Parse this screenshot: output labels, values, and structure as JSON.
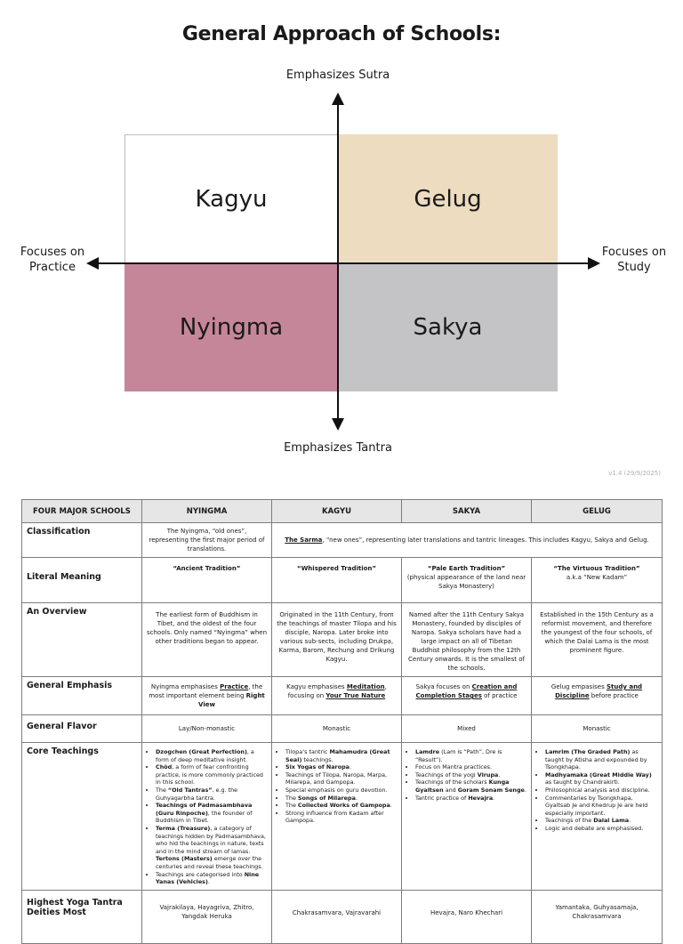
{
  "title": "General Approach of Schools:",
  "chart": {
    "axis_top": "Emphasizes Sutra",
    "axis_bottom": "Emphasizes Tantra",
    "axis_left_1": "Focuses on",
    "axis_left_2": "Practice",
    "axis_right_1": "Focuses on",
    "axis_right_2": "Study",
    "quadrants": {
      "top_left": "Kagyu",
      "top_right": "Gelug",
      "bottom_left": "Nyingma",
      "bottom_right": "Sakya"
    },
    "colors": {
      "gelug": "#eddcc0",
      "nyingma": "#c6869a",
      "sakya": "#c4c4c7",
      "kagyu": "#ffffff"
    }
  },
  "version": "v1.4 (29/9/2025)",
  "table": {
    "headers": [
      "FOUR MAJOR SCHOOLS",
      "NYINGMA",
      "KAGYU",
      "SAKYA",
      "GELUG"
    ],
    "classification": {
      "label": "Classification",
      "nyingma": "The Nyingma, “old ones”, representing the first major period of translations.",
      "sarma_term": "The Sarma",
      "sarma_rest": ", “new ones”, representing later translations and tantric lineages. This includes Kagyu, Sakya and Gelug."
    },
    "literal": {
      "label": "Literal Meaning",
      "nyingma": "“Ancient Tradition”",
      "kagyu": "“Whispered Tradition”",
      "sakya": "“Pale Earth Tradition”",
      "sakya_sub": "(physical appearance of the land near Sakya Monastery)",
      "gelug": "“The Virtuous Tradition”",
      "gelug_sub": "a.k.a “New Kadam”"
    },
    "overview": {
      "label": "An Overview",
      "nyingma": "The earliest form of Buddhism in Tibet, and the oldest of the four schools. Only named “Nyingma” when other traditions began to appear.",
      "kagyu": "Originated in the 11th Century, from the teachings of master Tilopa and his disciple, Naropa. Later broke into various sub-sects, including Drukpa, Karma, Barom, Rechung and Drikung Kagyu.",
      "sakya": "Named after the 11th Century Sakya Monastery, founded by disciples of Naropa. Sakya scholars have had a large impact on all of Tibetan Buddhist philosophy from the 12th Century onwards. It is the smallest of the schools.",
      "gelug": "Established in the 15th Century as a reformist movement, and therefore the youngest of the four schools, of which the Dalai Lama is the most prominent figure."
    },
    "emphasis": {
      "label": "General Emphasis",
      "nyingma_a": "Nyingma emphasises ",
      "nyingma_b": "Practice",
      "nyingma_c": ", the most important element being ",
      "nyingma_d": "Right View",
      "kagyu_a": "Kagyu emphasises ",
      "kagyu_b": "Meditation",
      "kagyu_c": ", focusing on ",
      "kagyu_d": "Your True Nature",
      "sakya_a": "Sakya focuses on ",
      "sakya_b": "Creation and Completion Stages",
      "sakya_c": " of practice",
      "gelug_a": "Gelug empasises ",
      "gelug_b": "Study and Discipline",
      "gelug_c": " before practice"
    },
    "flavor": {
      "label": "General Flavor",
      "nyingma": "Lay/Non-monastic",
      "kagyu": "Monastic",
      "sakya": "Mixed",
      "gelug": "Monastic"
    },
    "core": {
      "label": "Core Teachings",
      "nyingma": [
        {
          "b": "Dzogchen (Great Perfection)",
          "t": ", a form of deep meditative insight."
        },
        {
          "b": "Chöd",
          "t": ", a form of fear confronting practice, is more commonly practiced in this school."
        },
        {
          "p": "The ",
          "b": "“Old Tantras”",
          "t": ", e.g. the Guhyagarbha tantra."
        },
        {
          "b": "Teachings of Padmasambhava (Guru Rinpoche)",
          "t": ", the founder of Buddhism in Tibet."
        },
        {
          "b": "Terma (Treasure)",
          "t": ", a category of teachings hidden by Padmasambhava, who hid the teachings in nature, texts and in the mind stream of lamas. ",
          "b2": "Tertons (Masters)",
          "t2": " emerge over the centuries and reveal these teachings."
        },
        {
          "p": "Teachings are categorised into ",
          "b": "Nine Yanas (Vehicles)",
          "t": "."
        }
      ],
      "kagyu": [
        {
          "p": "Tilopa’s tantric ",
          "b": "Mahamudra (Great Seal)",
          "t": " teachings."
        },
        {
          "b": "Six Yogas of Naropa",
          "t": "."
        },
        {
          "p": "Teachings of Tilopa, Naropa, Marpa, Milarepa, and Gampopa.",
          "t": ""
        },
        {
          "p": "Special emphasis on guru devotion.",
          "t": ""
        },
        {
          "p": "The ",
          "b": "Songs of Milarepa",
          "t": "."
        },
        {
          "p": "The ",
          "b": "Collected Works of Gampopa",
          "t": "."
        },
        {
          "p": "Strong influence from Kadam after Gampopa.",
          "t": ""
        }
      ],
      "sakya": [
        {
          "b": "Lamdre",
          "t": " (Lam is “Path”, Dre is “Result”)."
        },
        {
          "p": "Focus on Mantra practices.",
          "t": ""
        },
        {
          "p": "Teachings of the yogi ",
          "b": "Virupa",
          "t": "."
        },
        {
          "p": "Teachings of the scholars ",
          "b": "Kunga Gyaltsen",
          "t": " and ",
          "b2": "Goram Sonam Senge",
          "t2": "."
        },
        {
          "p": "Tantric practice of ",
          "b": "Hevajra",
          "t": "."
        }
      ],
      "gelug": [
        {
          "b": "Lamrim (The Graded Path)",
          "t": " as taught by Atisha and expounded by Tsongkhapa."
        },
        {
          "b": "Madhyamaka (Great Middle Way)",
          "t": " as taught by Chandrakirti."
        },
        {
          "p": "Philosophical analysis and discipline.",
          "t": ""
        },
        {
          "p": "Commentaries by Tsongkhapa, Gyaltsab Je and Khedrup Je are held especially important.",
          "t": ""
        },
        {
          "p": "Teachings of the ",
          "b": "Dalai Lama",
          "t": "."
        },
        {
          "p": "Logic and debate are emphasised.",
          "t": ""
        }
      ]
    },
    "deities": {
      "label_1": "Highest Yoga Tantra",
      "label_2": "Deities Most",
      "nyingma": "Vajrakilaya, Hayagriva, Zhitro,",
      "nyingma_2": "Yangdak Heruka",
      "kagyu": "Chakrasamvara, Vajravarahi",
      "sakya": "Hevajra, Naro Khechari",
      "gelug": "Yamantaka, Guhyasamaja,",
      "gelug_2": "Chakrasamvara"
    }
  }
}
